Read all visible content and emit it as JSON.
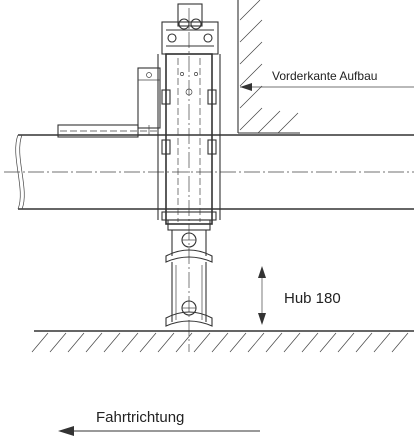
{
  "labels": {
    "front_edge": "Vorderkante Aufbau",
    "stroke": "Hub 180",
    "direction": "Fahrtrichtung"
  },
  "colors": {
    "line": "#333333",
    "background": "#ffffff"
  }
}
